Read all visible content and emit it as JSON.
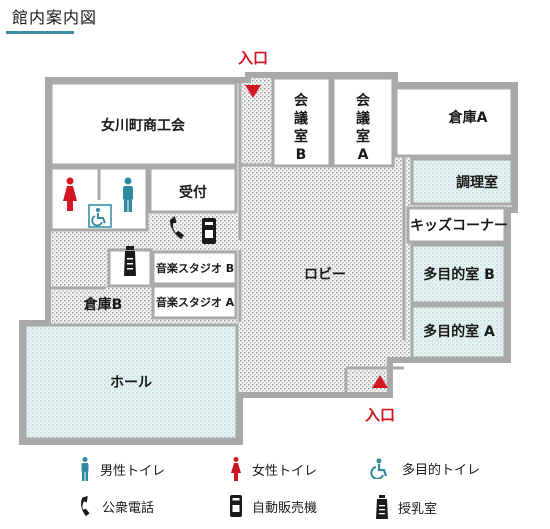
{
  "header": {
    "title": "館内案内図"
  },
  "entrances": {
    "top": "入口",
    "bottom": "入口"
  },
  "rooms": {
    "onagawa": "女川町商工会",
    "reception": "受付",
    "meeting_b": [
      "会",
      "議",
      "室",
      "B"
    ],
    "meeting_a": [
      "会",
      "議",
      "室",
      "A"
    ],
    "storage_a": "倉庫A",
    "kitchen": "調理室",
    "kids": "キッズコーナー",
    "multi_b": "多目的室 B",
    "multi_a": "多目的室 A",
    "lobby": "ロビー",
    "studio_b": "音楽スタジオ B",
    "studio_a": "音楽スタジオ A",
    "storage_b": "倉庫B",
    "hall": "ホール"
  },
  "legend": {
    "male_toilet": "男性トイレ",
    "female_toilet": "女性トイレ",
    "multi_toilet": "多目的トイレ",
    "public_phone": "公衆電話",
    "vending": "自動販売機",
    "nursing": "授乳室"
  },
  "colors": {
    "room_fill": "#dcefeb",
    "corridor_fill": "#d9d9d9",
    "wall": "#a9a9a9",
    "female": "#d01623",
    "male_accent": "#2e8aa0",
    "entrance": "#d01623"
  }
}
